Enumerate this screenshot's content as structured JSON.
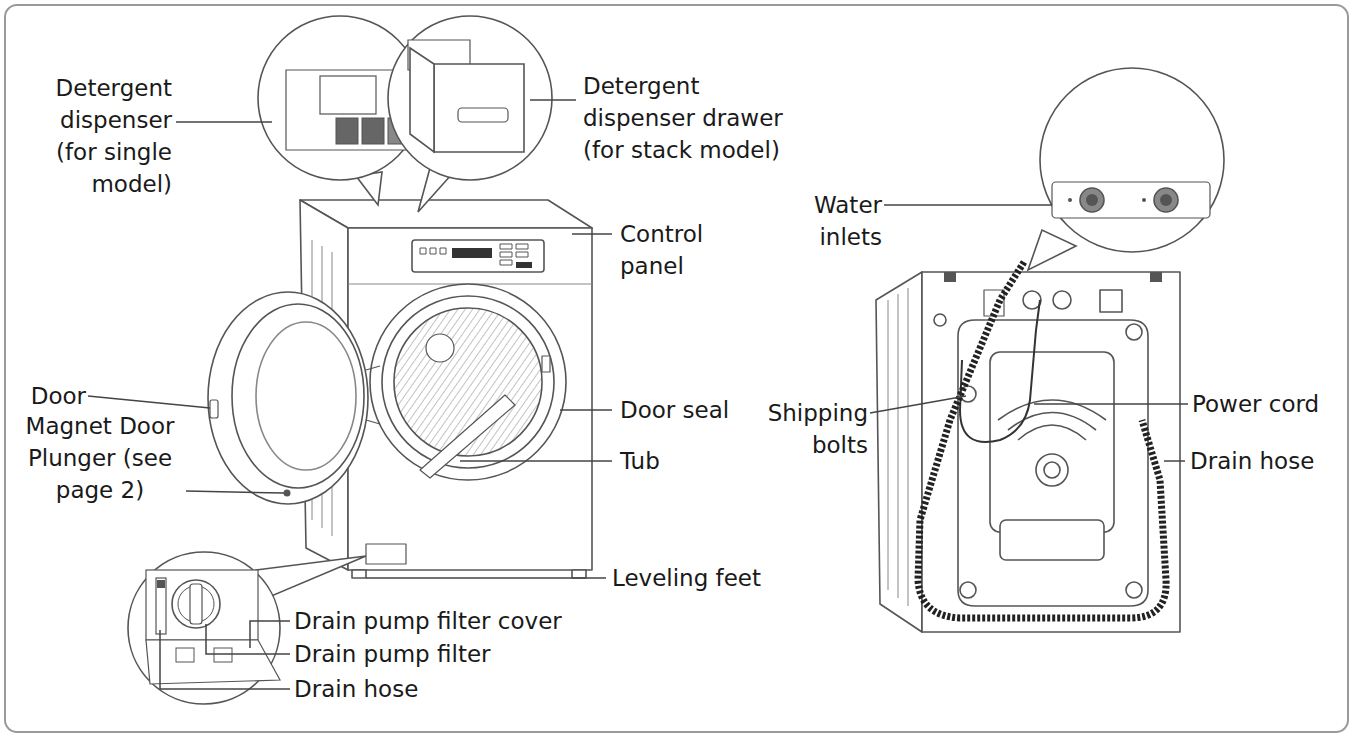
{
  "diagram": {
    "labels": [
      "Detergent dispenser (for single model)",
      "Detergent dispenser drawer (for stack model)",
      "Control panel",
      "Door",
      "Magnet Door Plunger (see page 2)",
      "Door seal",
      "Tub",
      "Leveling feet",
      "Drain pump filter cover",
      "Drain pump filter",
      "Drain hose",
      "Water inlets",
      "Shipping bolts",
      "Power cord",
      "Drain hose"
    ]
  }
}
